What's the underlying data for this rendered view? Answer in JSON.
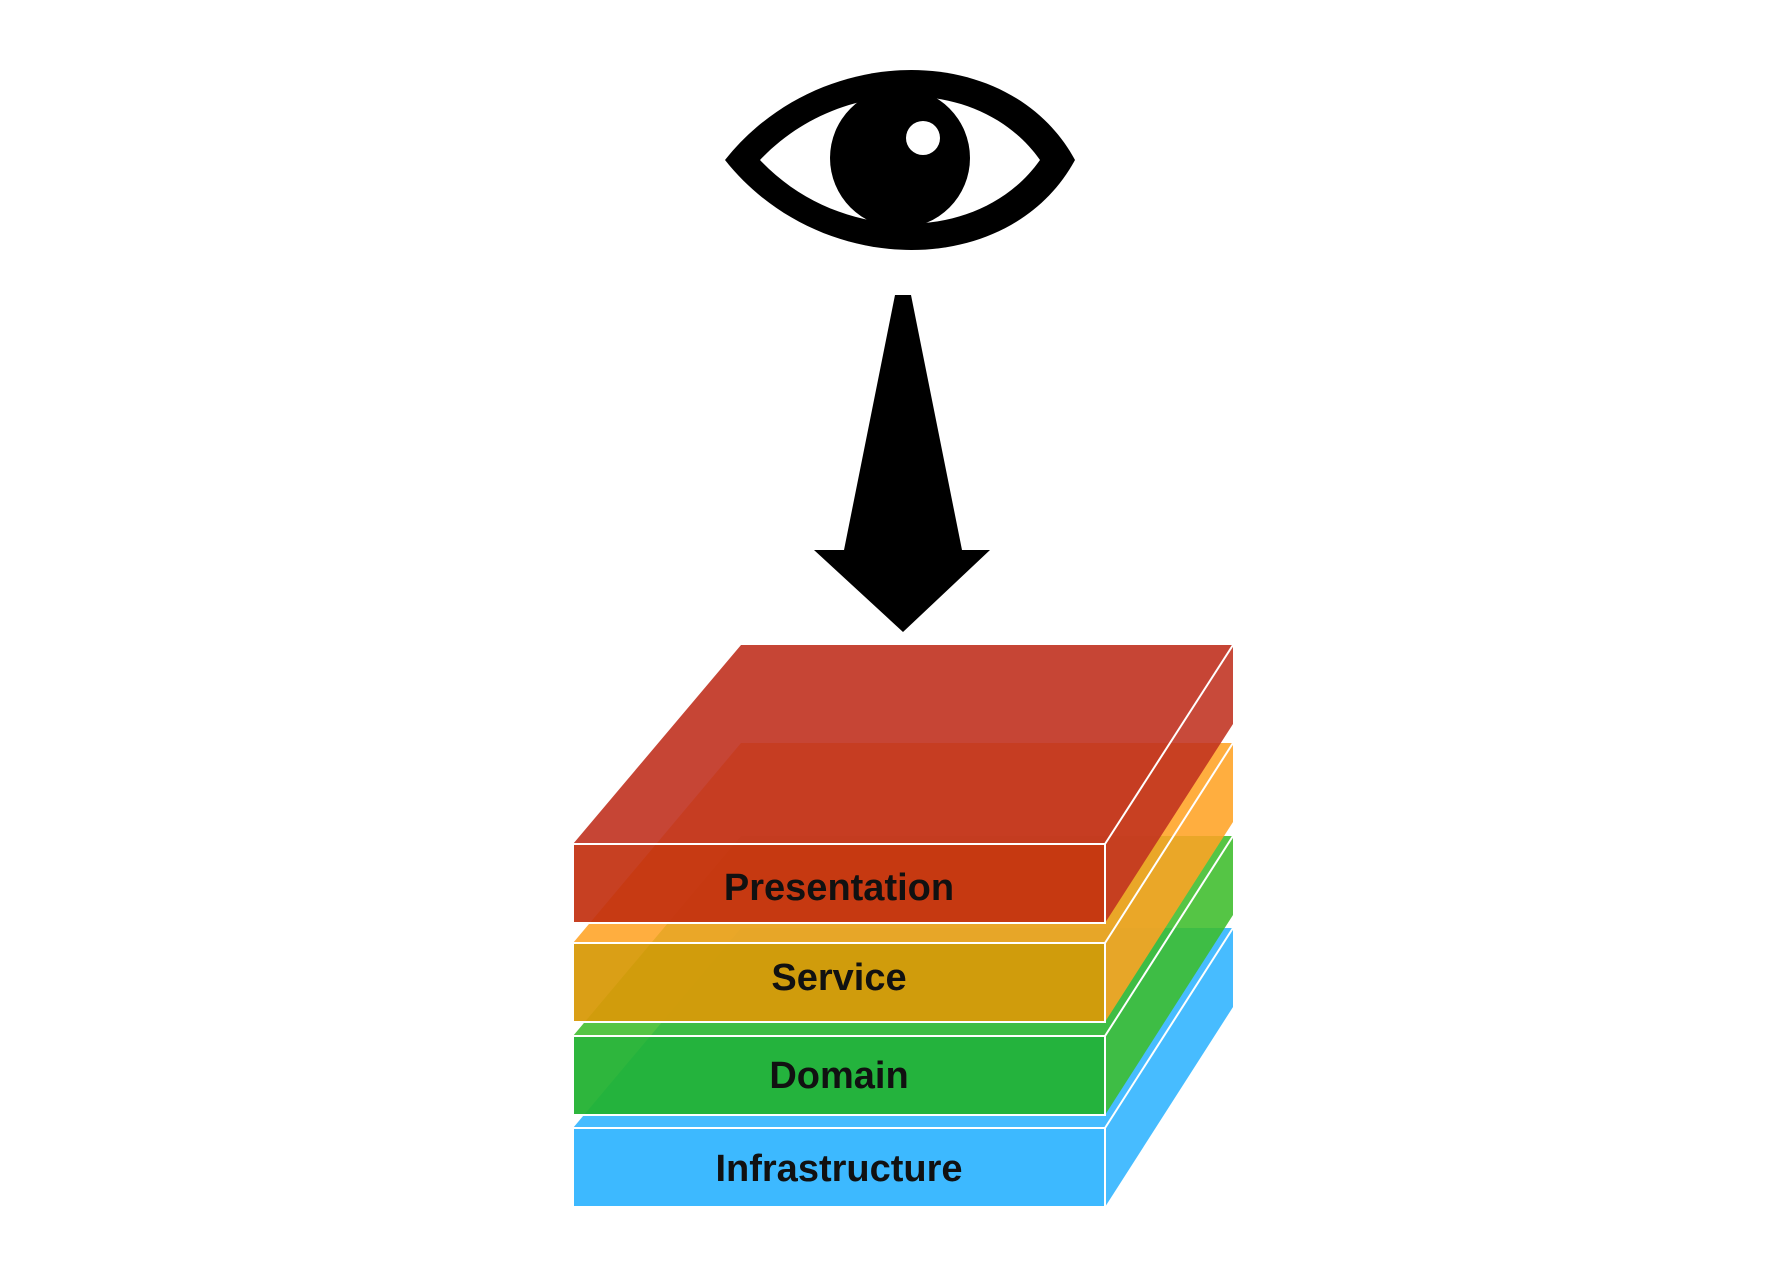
{
  "diagram": {
    "viewer": {
      "icon": "eye-icon",
      "arrow_icon": "arrow-down-icon",
      "color": "#000000"
    },
    "layers": [
      {
        "key": "infrastructure",
        "label": "Infrastructure",
        "color": "#33b5ff"
      },
      {
        "key": "domain",
        "label": "Domain",
        "color": "#3ebd2b"
      },
      {
        "key": "service",
        "label": "Service",
        "color": "#ffa324"
      },
      {
        "key": "presentation",
        "label": "Presentation",
        "color": "#c0311f"
      }
    ]
  }
}
